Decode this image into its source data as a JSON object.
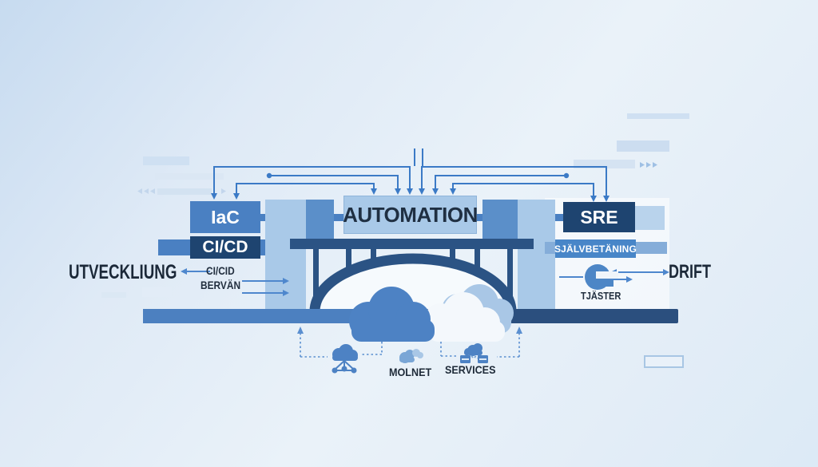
{
  "diagram": {
    "title_boxes": {
      "iac": "IaC",
      "cicd": "CI/CD",
      "automation": "AUTOMATION",
      "sre": "SRE",
      "sjalvbetaning": "SJÄLVBETÄNING"
    },
    "side_labels": {
      "left": "UTVECKLIUNG",
      "right": "DRIFT"
    },
    "annotations": {
      "cicid": "CI/CID",
      "bervan": "BERVÄN",
      "tjaster": "TJÄSTER",
      "molnet": "MOLNET",
      "services": "SERVICES"
    },
    "icons": {
      "tjaster_icon": "service-ring-icon",
      "network_cloud_icon": "network-cloud-icon",
      "molnet_icon": "small-clouds-icon",
      "services_icon": "cloud-servers-icon",
      "bridge_graphic": "arch-bridge",
      "cloud_graphic": "clouds"
    },
    "colors": {
      "background_top": "#c7dbf0",
      "background_bottom": "#eaf2f9",
      "medium_blue": "#4a80c2",
      "dark_navy": "#1e4470",
      "bridge_navy": "#2b5384",
      "deck_left": "#4c80c0",
      "deck_right": "#2b4f7e",
      "light_box": "#a9c9e8",
      "arrow_blue": "#3b7ac6",
      "text_dark": "#1b2838",
      "white": "#ffffff"
    }
  }
}
